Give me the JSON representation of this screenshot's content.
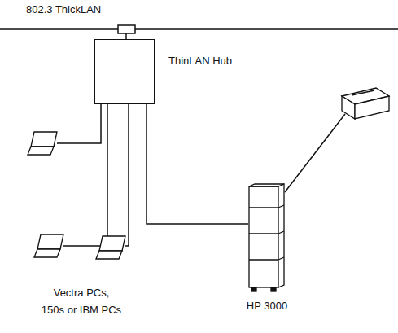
{
  "diagram": {
    "nodes": [
      {
        "text": [
          "ThinLAN Hub"
        ]
      },
      {
        "text": [
          "HP 3000"
        ]
      }
    ],
    "edges": [
      {
        "from": 0,
        "to": 1,
        "arrow": "none"
      }
    ],
    "labels": [
      "802.3 ThickLAN",
      "Vectra PCs, 150s or IBM PCs"
    ]
  }
}
